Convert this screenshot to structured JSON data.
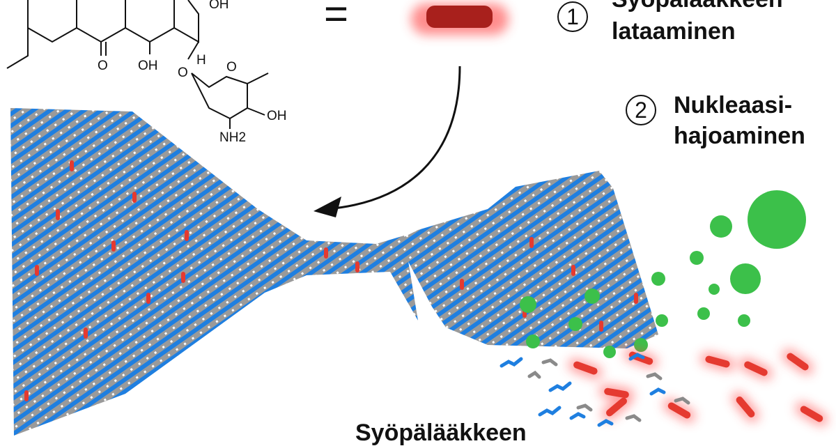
{
  "steps": [
    {
      "number": "1",
      "label_line1": "Syöpälääkkeen",
      "label_line2": "lataaminen"
    },
    {
      "number": "2",
      "label_line1": "Nukleaasi-",
      "label_line2": "hajoaminen"
    }
  ],
  "bottom_label": "Syöpälääkkeen",
  "equals_sign": "=",
  "molecule_labels": {
    "oh_top": "OH",
    "carbonyl_o": "O",
    "oh_ring": "OH",
    "h": "H",
    "ether_o": "O",
    "sugar_o": "O",
    "sugar_oh": "OH",
    "amine": "NH2"
  },
  "colors": {
    "dna_blue": "#1f7fe0",
    "dna_gray": "#8a8a8a",
    "drug_red": "#e03030",
    "nuclease_green": "#3cc04a"
  }
}
